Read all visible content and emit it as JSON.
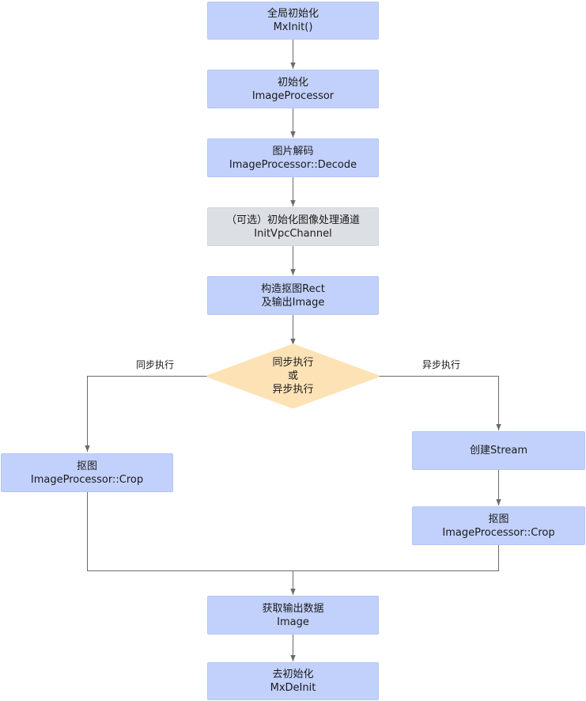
{
  "nodes": {
    "init": {
      "line1": "全局初始化",
      "line2": "MxInit()"
    },
    "processor": {
      "line1": "初始化",
      "line2": "ImageProcessor"
    },
    "decode": {
      "line1": "图片解码",
      "line2": "ImageProcessor::Decode"
    },
    "vpc": {
      "line1": "（可选）初始化图像处理通道",
      "line2": "InitVpcChannel"
    },
    "rect": {
      "line1": "构造抠图Rect",
      "line2": "及输出Image"
    },
    "decision": {
      "line1": "同步执行",
      "line2": "或",
      "line3": "异步执行"
    },
    "crop_sync": {
      "line1": "抠图",
      "line2": "ImageProcessor::Crop"
    },
    "stream": {
      "line1": "创建Stream"
    },
    "crop_async": {
      "line1": "抠图",
      "line2": "ImageProcessor::Crop"
    },
    "output": {
      "line1": "获取输出数据",
      "line2": "Image"
    },
    "deinit": {
      "line1": "去初始化",
      "line2": "MxDeInit"
    }
  },
  "labels": {
    "sync": "同步执行",
    "async": "异步执行"
  },
  "colors": {
    "process_fill": "#c2d1fb",
    "optional_fill": "#dcdfe4",
    "decision_fill": "#fde2b5",
    "line": "#6b6b6b"
  }
}
